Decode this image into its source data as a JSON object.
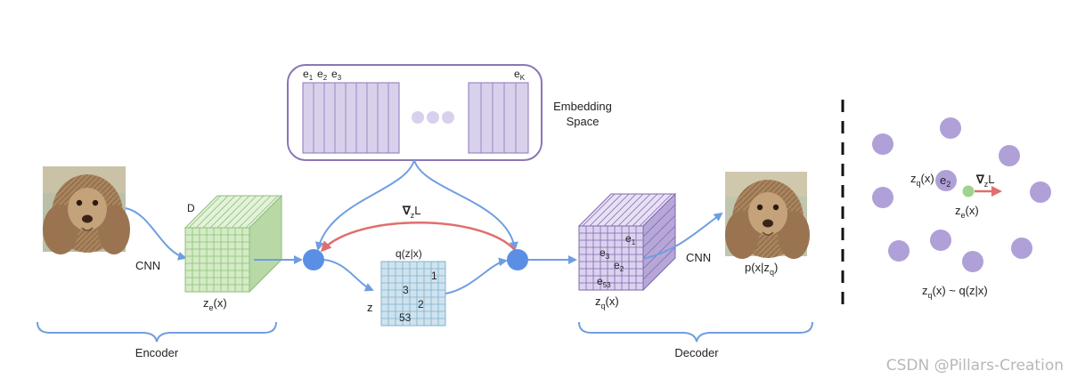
{
  "labels": {
    "embedding_space_line1": "Embedding",
    "embedding_space_line2": "Space",
    "e1": "e",
    "e1_sub": "1",
    "e2": "e",
    "e2_sub": "2",
    "e3": "e",
    "e3_sub": "3",
    "eK": "e",
    "eK_sub": "K",
    "depth": "D",
    "cnn_left": "CNN",
    "cnn_right": "CNN",
    "ze": "z",
    "ze_sub": "e",
    "ze_tail": "(x)",
    "zq": "z",
    "zq_sub": "q",
    "zq_tail": "(x)",
    "grad_nabla": "∇",
    "grad_sub": "z",
    "grad_L": "L",
    "qzx": "q(z|x)",
    "z": "z",
    "grid_1": "1",
    "grid_3": "3",
    "grid_2": "2",
    "grid_53": "53",
    "dec_e1": "e",
    "dec_e1_sub": "1",
    "dec_e3": "e",
    "dec_e3_sub": "3",
    "dec_e2": "e",
    "dec_e2_sub": "2",
    "dec_e53": "e",
    "dec_e53_sub": "53",
    "pxzq": "p(x|z",
    "pxzq_sub": "q",
    "pxzq_tail": ")",
    "encoder": "Encoder",
    "decoder": "Decoder",
    "right_zq": "z",
    "right_zq_sub": "q",
    "right_zq_tail": "(x)",
    "right_e2": "e",
    "right_e2_sub": "2",
    "right_grad_nabla": "∇",
    "right_grad_sub": "z",
    "right_grad_L": "L",
    "right_ze": "z",
    "right_ze_sub": "e",
    "right_ze_tail": "(x)",
    "right_caption": "z",
    "right_caption_sub": "q",
    "right_caption_tail": "(x) ~ q(z|x)",
    "watermark": "CSDN @Pillars-Creation"
  },
  "colors": {
    "arrow_blue": "#6f9ee0",
    "arrow_red": "#e06e6e",
    "node_blue": "#5b8fe6",
    "embed_fill": "#d9d0ec",
    "embed_stroke": "#8a76b8",
    "green_face": "#d4ebc6",
    "green_side": "#b8d8a6",
    "green_stroke": "#8cbf78",
    "teal_fill": "#cfe3ee",
    "teal_stroke": "#7fb0cc",
    "purple_face": "#dcd2ee",
    "purple_side": "#b7a7d8",
    "purple_stroke": "#7e69b0",
    "dot_purple": "#b0a0d8",
    "dot_green": "#9fd48c"
  }
}
